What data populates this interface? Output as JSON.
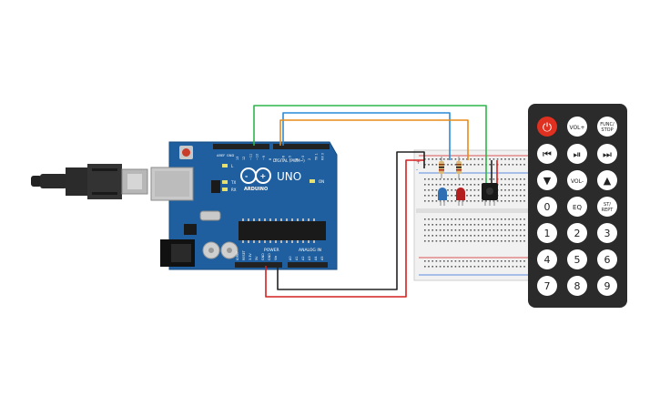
{
  "arduino": {
    "brand": "ARDUINO",
    "model": "UNO",
    "digital_header_label": "DIGITAL (PWM~)",
    "power_label": "POWER",
    "analog_label": "ANALOG IN",
    "on_label": "ON",
    "aref_label": "AREF",
    "gnd_label": "GND",
    "tx_label": "TX",
    "rx_label": "RX",
    "l_label": "L",
    "digital_pins": [
      "13",
      "12",
      "~11",
      "~10",
      "~9",
      "8",
      "7",
      "~6",
      "~5",
      "4",
      "~3",
      "2",
      "TX 1",
      "RX 0"
    ],
    "power_pins": [
      "IOREF",
      "RESET",
      "3.3V",
      "5V",
      "GND",
      "GND",
      "Vin"
    ],
    "analog_pins": [
      "A0",
      "A1",
      "A2",
      "A3",
      "A4",
      "A5"
    ],
    "colors": {
      "board": "#1f5f9f",
      "header": "#222222"
    }
  },
  "breadboard": {
    "rail_plus": "+",
    "rail_minus": "-"
  },
  "components": {
    "led_blue": {
      "color": "#2f6fb3"
    },
    "led_red": {
      "color": "#b31f1f"
    },
    "ir_receiver": {
      "color": "#1a1a1a"
    }
  },
  "wires": {
    "green": "#2db64a",
    "blue": "#2a8ad8",
    "orange": "#e88a1a",
    "red": "#d42020",
    "black": "#222222"
  },
  "remote": {
    "buttons": {
      "power": "⏻",
      "vol_plus": "VOL+",
      "func_stop_line1": "FUNC/",
      "func_stop_line2": "STOP",
      "prev": "⏮",
      "play_pause": "⏯",
      "next": "⏭",
      "down": "▼",
      "vol_minus": "VOL-",
      "up": "▲",
      "zero": "0",
      "eq": "EQ",
      "st_rept_line1": "ST/",
      "st_rept_line2": "REPT",
      "one": "1",
      "two": "2",
      "three": "3",
      "four": "4",
      "five": "5",
      "six": "6",
      "seven": "7",
      "eight": "8",
      "nine": "9"
    },
    "colors": {
      "body": "#2b2b2b",
      "button": "#ffffff",
      "power": "#e03020"
    }
  }
}
